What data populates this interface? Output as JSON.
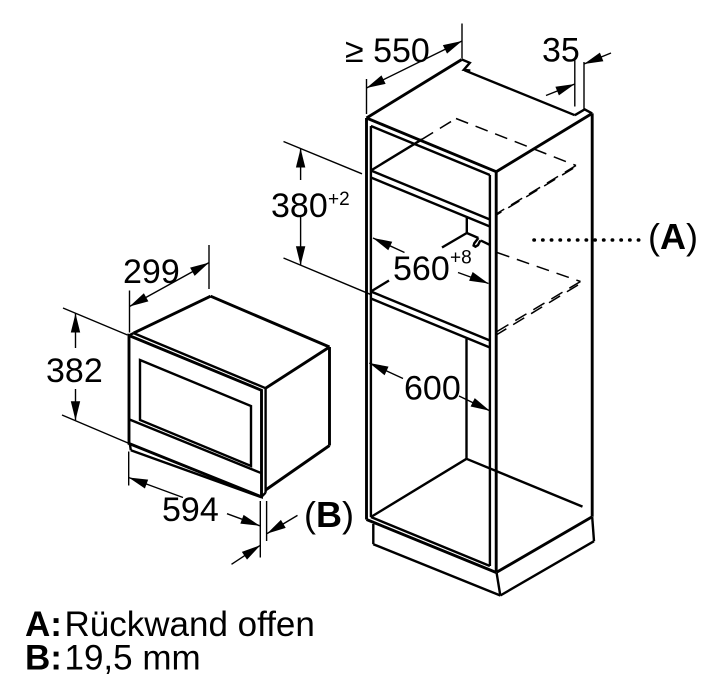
{
  "diagram": {
    "type": "appliance-installation-drawing",
    "background_color": "#ffffff",
    "line_color": "#000000",
    "microwave": {
      "width": "594",
      "height": "382",
      "depth": "299",
      "front_protrusion_ref_open": "(",
      "front_protrusion_ref_letter": "B",
      "front_protrusion_ref_close": ")"
    },
    "cabinet": {
      "depth_min": "≥ 550",
      "top_rear_gap": "35",
      "niche_height": "380",
      "niche_height_tolerance": "+2",
      "niche_width": "560",
      "niche_width_tolerance": "+8",
      "lower_compartment_height": "600",
      "rear_ref_open": "(",
      "rear_ref_letter": "A",
      "rear_ref_close": ")"
    },
    "legend": {
      "a_key": "A:",
      "a_text": "Rückwand offen",
      "b_key": "B:",
      "b_text": "19,5 mm"
    }
  }
}
